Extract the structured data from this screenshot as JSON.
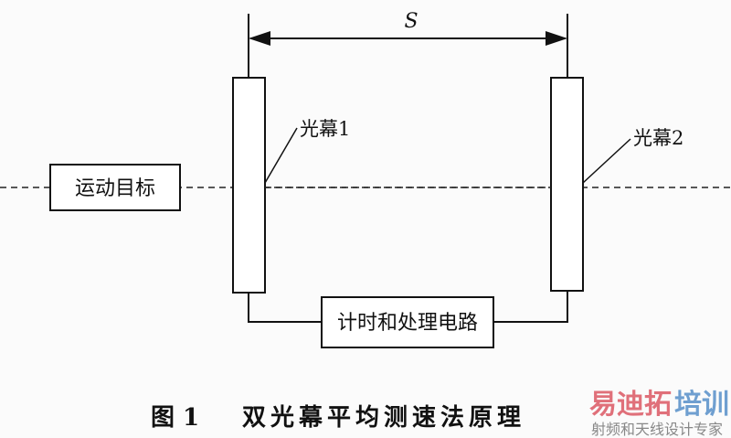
{
  "diagram": {
    "distance_label": "S",
    "target_label": "运动目标",
    "screen1_label": "光幕1",
    "screen2_label": "光幕2",
    "circuit_label": "计时和处理电路",
    "caption_number": "图 1",
    "caption_title": "双光幕平均测速法原理"
  },
  "watermark": {
    "brand_part1": "易迪拓",
    "brand_part2": "培训",
    "tagline": "射频和天线设计专家",
    "colors": {
      "red": "#e0707a",
      "blue": "#6f9fd0",
      "gray": "#888888"
    }
  }
}
